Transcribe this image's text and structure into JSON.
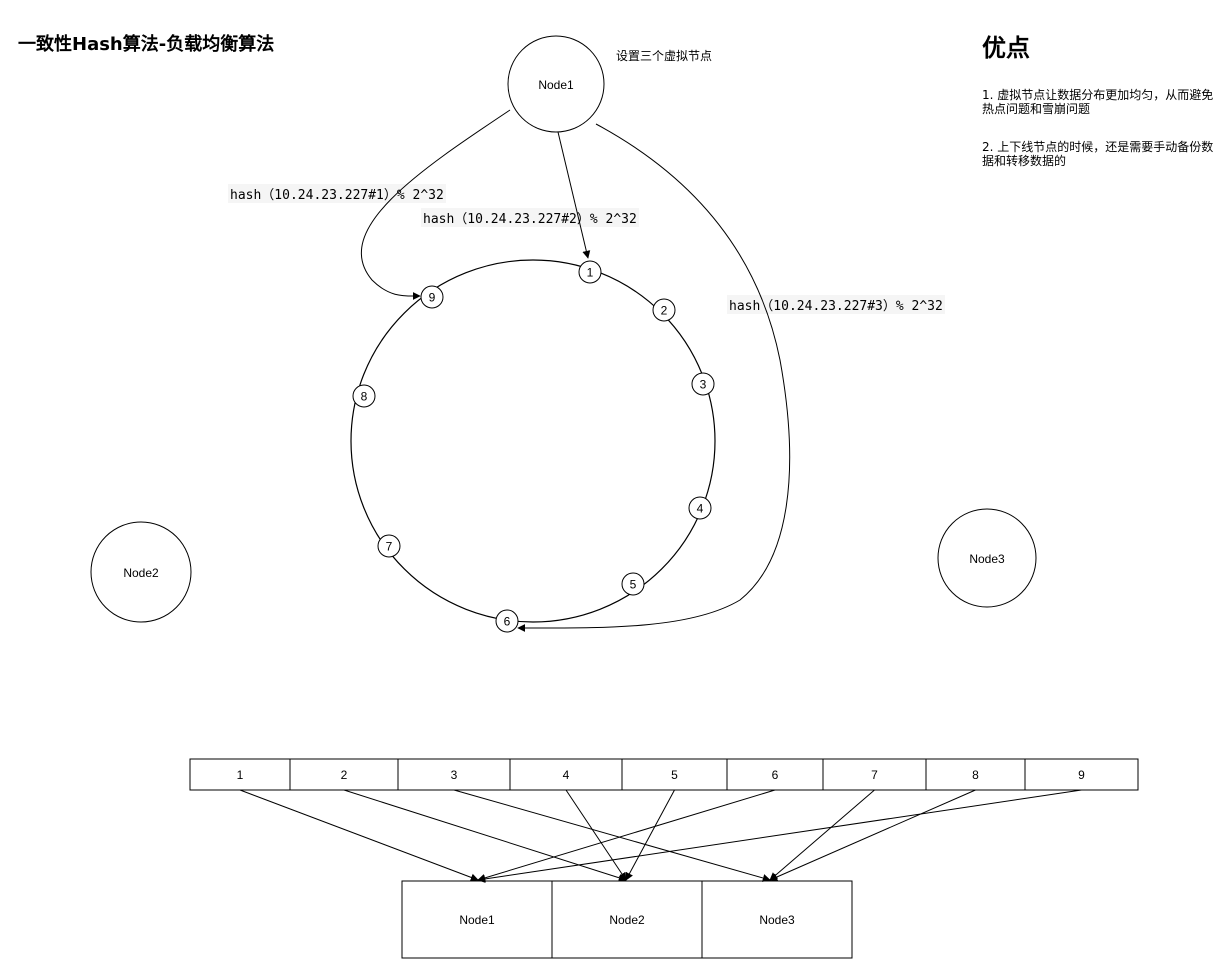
{
  "title": "一致性Hash算法-负载均衡算法",
  "note": "设置三个虚拟节点",
  "advantages": {
    "heading": "优点",
    "items": [
      "1. 虚拟节点让数据分布更加均匀，从而避免热点问题和雪崩问题",
      "2. 上下线节点的时候，还是需要手动备份数据和转移数据的"
    ]
  },
  "nodes": {
    "node1": "Node1",
    "node2": "Node2",
    "node3": "Node3"
  },
  "hash_labels": [
    "hash（10.24.23.227#1）% 2^32",
    "hash（10.24.23.227#2）% 2^32",
    "hash（10.24.23.227#3）% 2^32"
  ],
  "ring_positions": [
    "1",
    "2",
    "3",
    "4",
    "5",
    "6",
    "7",
    "8",
    "9"
  ],
  "slot_table": {
    "cells": [
      "1",
      "2",
      "3",
      "4",
      "5",
      "6",
      "7",
      "8",
      "9"
    ]
  },
  "target_table": {
    "cells": [
      "Node1",
      "Node2",
      "Node3"
    ]
  },
  "mapping": [
    {
      "slot": "1",
      "node": "Node1"
    },
    {
      "slot": "2",
      "node": "Node2"
    },
    {
      "slot": "3",
      "node": "Node3"
    },
    {
      "slot": "4",
      "node": "Node2"
    },
    {
      "slot": "5",
      "node": "Node2"
    },
    {
      "slot": "6",
      "node": "Node1"
    },
    {
      "slot": "7",
      "node": "Node3"
    },
    {
      "slot": "8",
      "node": "Node3"
    },
    {
      "slot": "9",
      "node": "Node1"
    }
  ]
}
